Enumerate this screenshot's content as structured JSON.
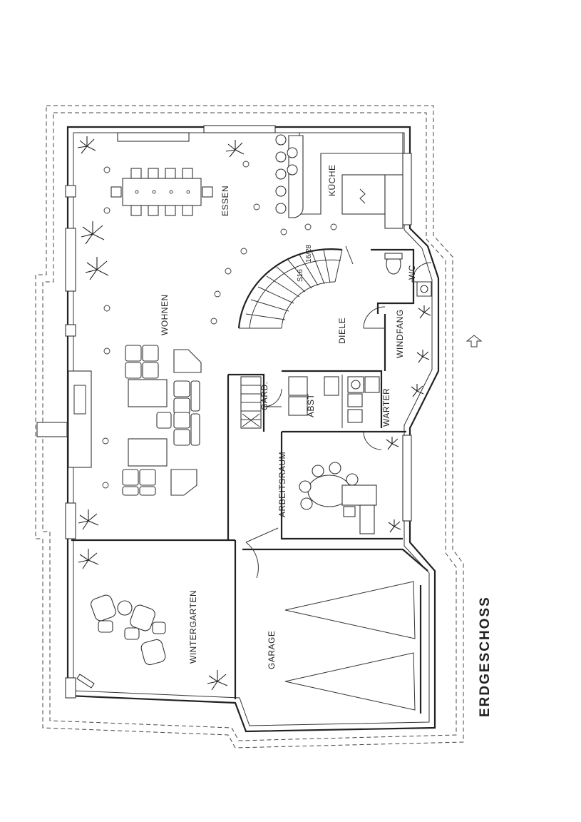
{
  "rooms": {
    "wohnen": "WOHNEN",
    "essen": "ESSEN",
    "kueche": "KÜCHE",
    "diele": "DIELE",
    "wc": "WC",
    "windfang": "WINDFANG",
    "gard": "GARD.",
    "abst": "ABST",
    "warter": "WARTER",
    "arbeitsraum": "ARBEITSRAUM",
    "wintergarten": "WINTERGARTEN",
    "garage": "GARAGE"
  },
  "stair_labels": [
    "16/28",
    "S16"
  ],
  "plan_title": "ERDGESCHOSS"
}
